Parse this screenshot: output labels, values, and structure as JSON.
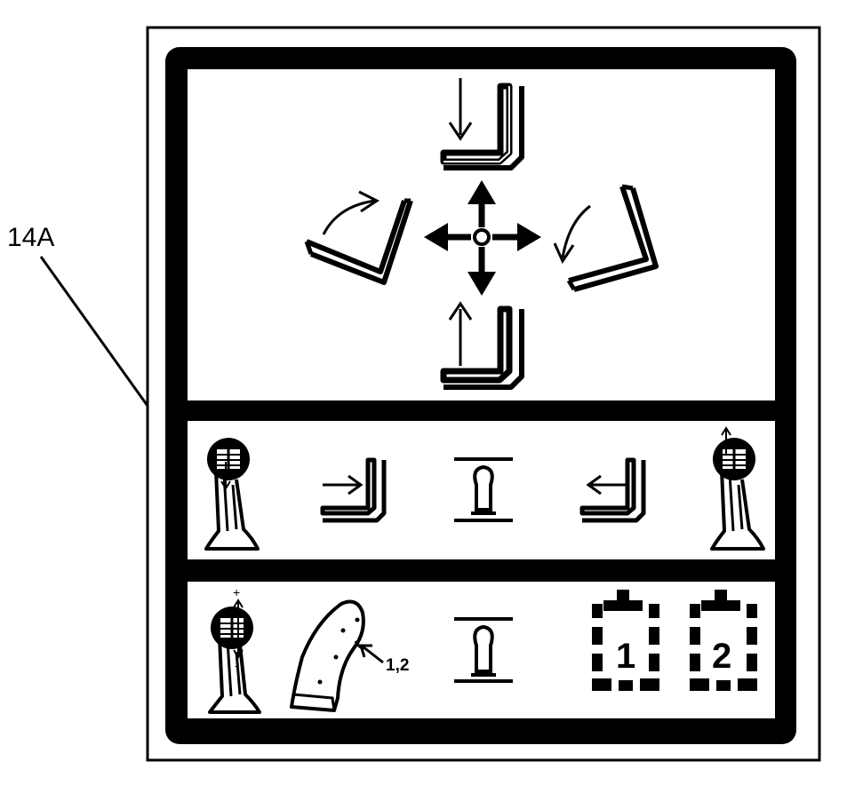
{
  "figure": {
    "reference_label": "14A",
    "button_ref_label": "1,2",
    "mode_1_label": "1",
    "mode_2_label": "2",
    "plus_sign": "+",
    "minus_sign": "-"
  },
  "icons": {
    "top_panel": [
      "bucket-lower-icon",
      "bucket-curl-icon",
      "direction-cross-icon",
      "bucket-dump-icon",
      "bucket-raise-icon"
    ],
    "middle_panel": [
      "joystick-button-down-icon",
      "bucket-push-right-icon",
      "joystick-neutral-icon",
      "bucket-push-left-icon",
      "joystick-button-up-icon"
    ],
    "bottom_panel": [
      "joystick-plus-minus-icon",
      "joystick-side-button-icon",
      "joystick-neutral-icon",
      "mode-1-icon",
      "mode-2-icon"
    ]
  },
  "colors": {
    "ink": "#000000",
    "paper": "#ffffff"
  }
}
